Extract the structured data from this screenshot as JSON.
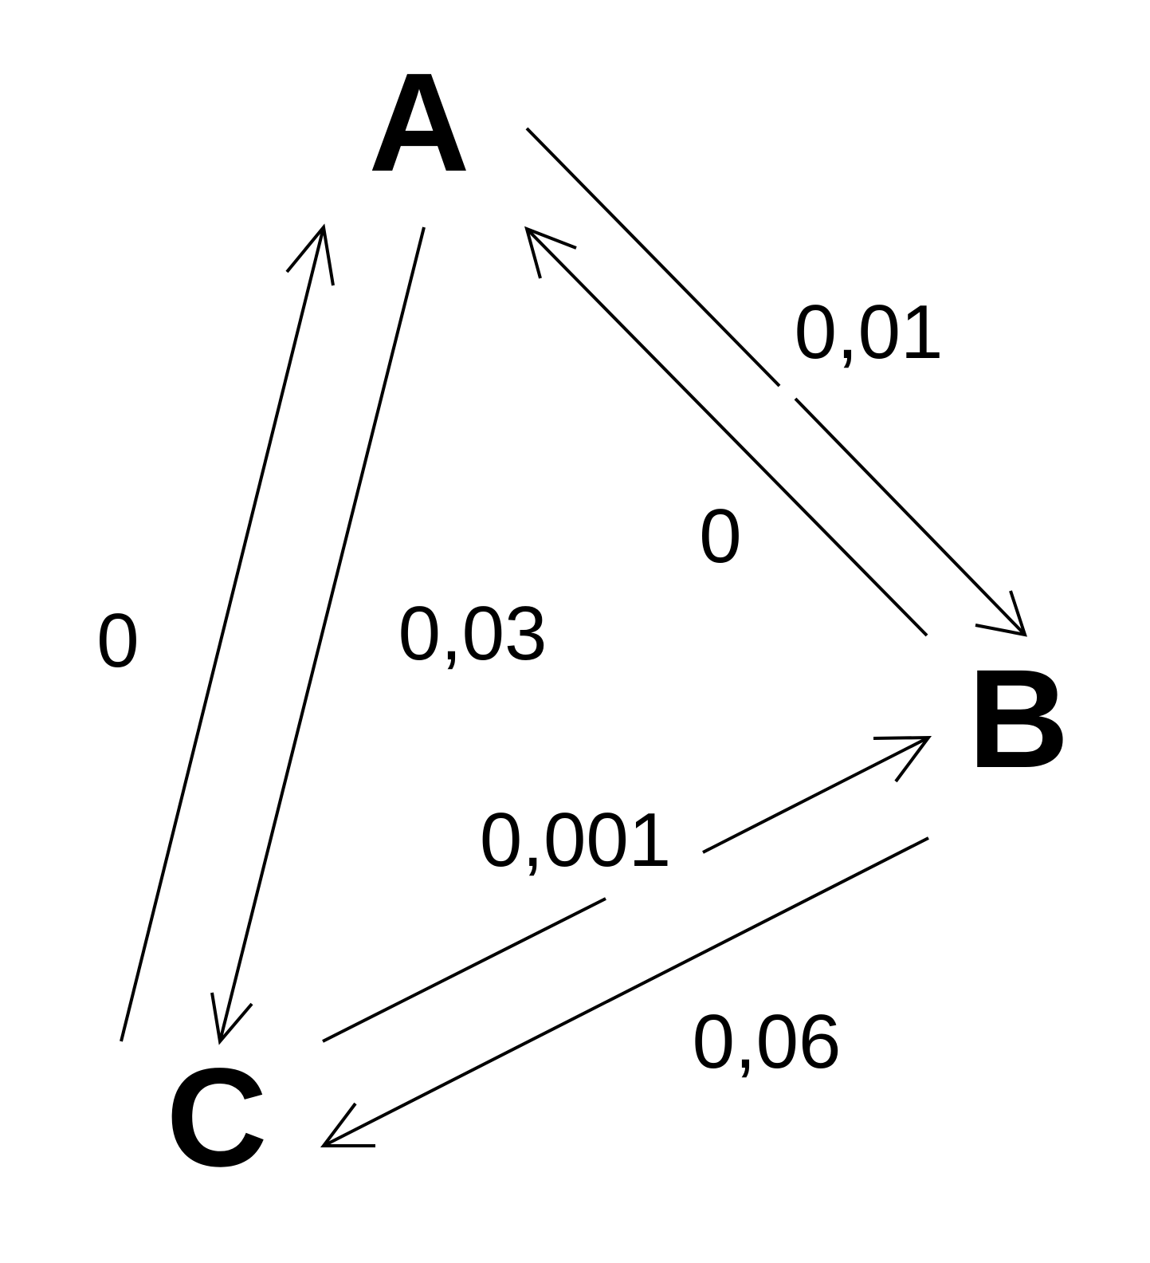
{
  "nodes": {
    "A": {
      "label": "A"
    },
    "B": {
      "label": "B"
    },
    "C": {
      "label": "C"
    }
  },
  "edges": {
    "a_to_b": {
      "from": "A",
      "to": "B",
      "label": "0,01"
    },
    "b_to_a": {
      "from": "B",
      "to": "A",
      "label": "0"
    },
    "a_to_c": {
      "from": "A",
      "to": "C",
      "label": "0,03"
    },
    "c_to_a": {
      "from": "C",
      "to": "A",
      "label": "0"
    },
    "c_to_b": {
      "from": "C",
      "to": "B",
      "label": "0,001"
    },
    "b_to_c": {
      "from": "B",
      "to": "C",
      "label": "0,06"
    }
  },
  "colors": {
    "stroke": "#000000",
    "text": "#000000",
    "background": "#ffffff"
  }
}
